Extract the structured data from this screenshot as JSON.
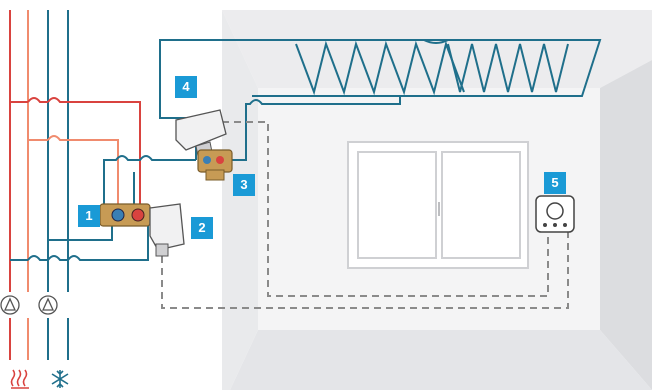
{
  "colors": {
    "heating_pipe": "#d9433f",
    "heating_return": "#f08b6e",
    "cooling_pipe": "#1f6f8b",
    "badge": "#1a9ad6",
    "room_wall": "#e9eaec",
    "room_side": "#d6d7da",
    "control_wire": "#8a8a8a"
  },
  "icons": {
    "heating": "heat-waves-icon",
    "cooling": "snowflake-icon",
    "pump": "pump-icon"
  },
  "badges": [
    {
      "label": "1"
    },
    {
      "label": "2"
    },
    {
      "label": "3"
    },
    {
      "label": "4"
    },
    {
      "label": "5"
    }
  ]
}
